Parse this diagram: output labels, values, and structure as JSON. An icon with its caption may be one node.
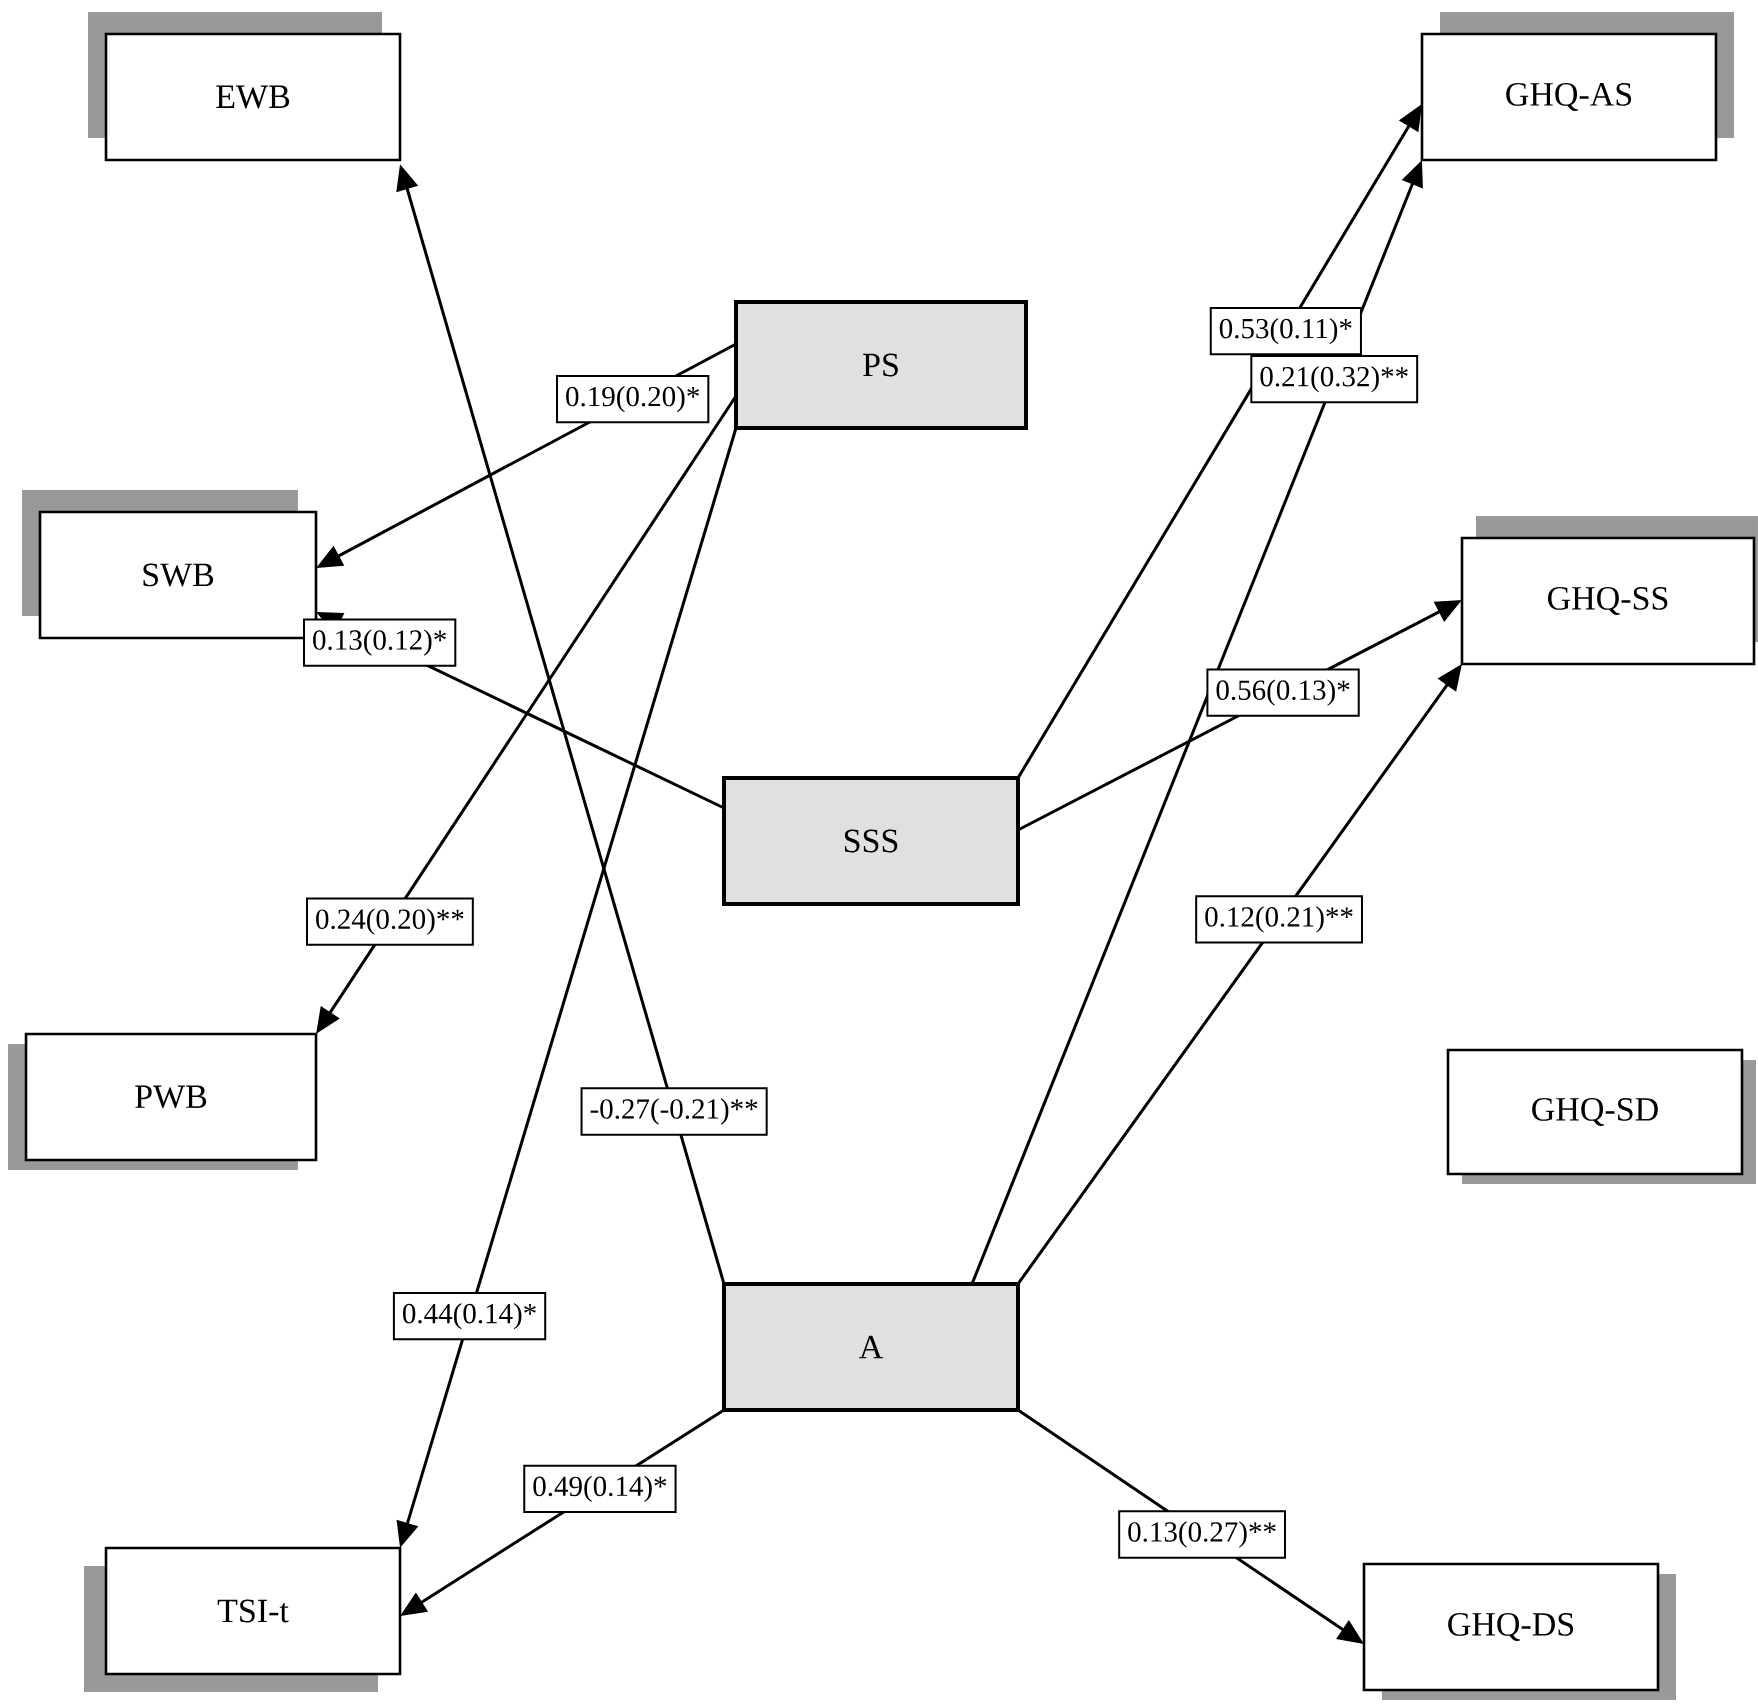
{
  "diagram": {
    "nodes": [
      {
        "text": [
          "EWB"
        ]
      },
      {
        "text": [
          "GHQ-AS"
        ]
      },
      {
        "text": [
          "PS"
        ]
      },
      {
        "text": [
          "SWB"
        ]
      },
      {
        "text": [
          "GHQ-SS"
        ]
      },
      {
        "text": [
          "SSS"
        ]
      },
      {
        "text": [
          "PWB"
        ]
      },
      {
        "text": [
          "GHQ-SD"
        ]
      },
      {
        "text": [
          "A"
        ]
      },
      {
        "text": [
          "TSI-t"
        ]
      },
      {
        "text": [
          "GHQ-DS"
        ]
      }
    ],
    "edges": [
      {
        "from": 2,
        "to": 3,
        "arrow": "to",
        "label": "0.19(0.20)*"
      },
      {
        "from": 2,
        "to": 6,
        "arrow": "to",
        "label": "0.24(0.20)**"
      },
      {
        "from": 2,
        "to": 9,
        "arrow": "to",
        "label": "0.44(0.14)*"
      },
      {
        "from": 8,
        "to": 0,
        "arrow": "to",
        "label": "-0.27(-0.21)**"
      },
      {
        "from": 5,
        "to": 3,
        "arrow": "to",
        "label": "0.13(0.12)*"
      },
      {
        "from": 5,
        "to": 1,
        "arrow": "to",
        "label": "0.53(0.11)*"
      },
      {
        "from": 8,
        "to": 1,
        "arrow": "to",
        "label": "0.21(0.32)**"
      },
      {
        "from": 5,
        "to": 4,
        "arrow": "to",
        "label": "0.56(0.13)*"
      },
      {
        "from": 8,
        "to": 4,
        "arrow": "to",
        "label": "0.12(0.21)**"
      },
      {
        "from": 8,
        "to": 9,
        "arrow": "to",
        "label": "0.49(0.14)*"
      },
      {
        "from": 8,
        "to": 10,
        "arrow": "to",
        "label": "0.13(0.27)**"
      }
    ]
  }
}
